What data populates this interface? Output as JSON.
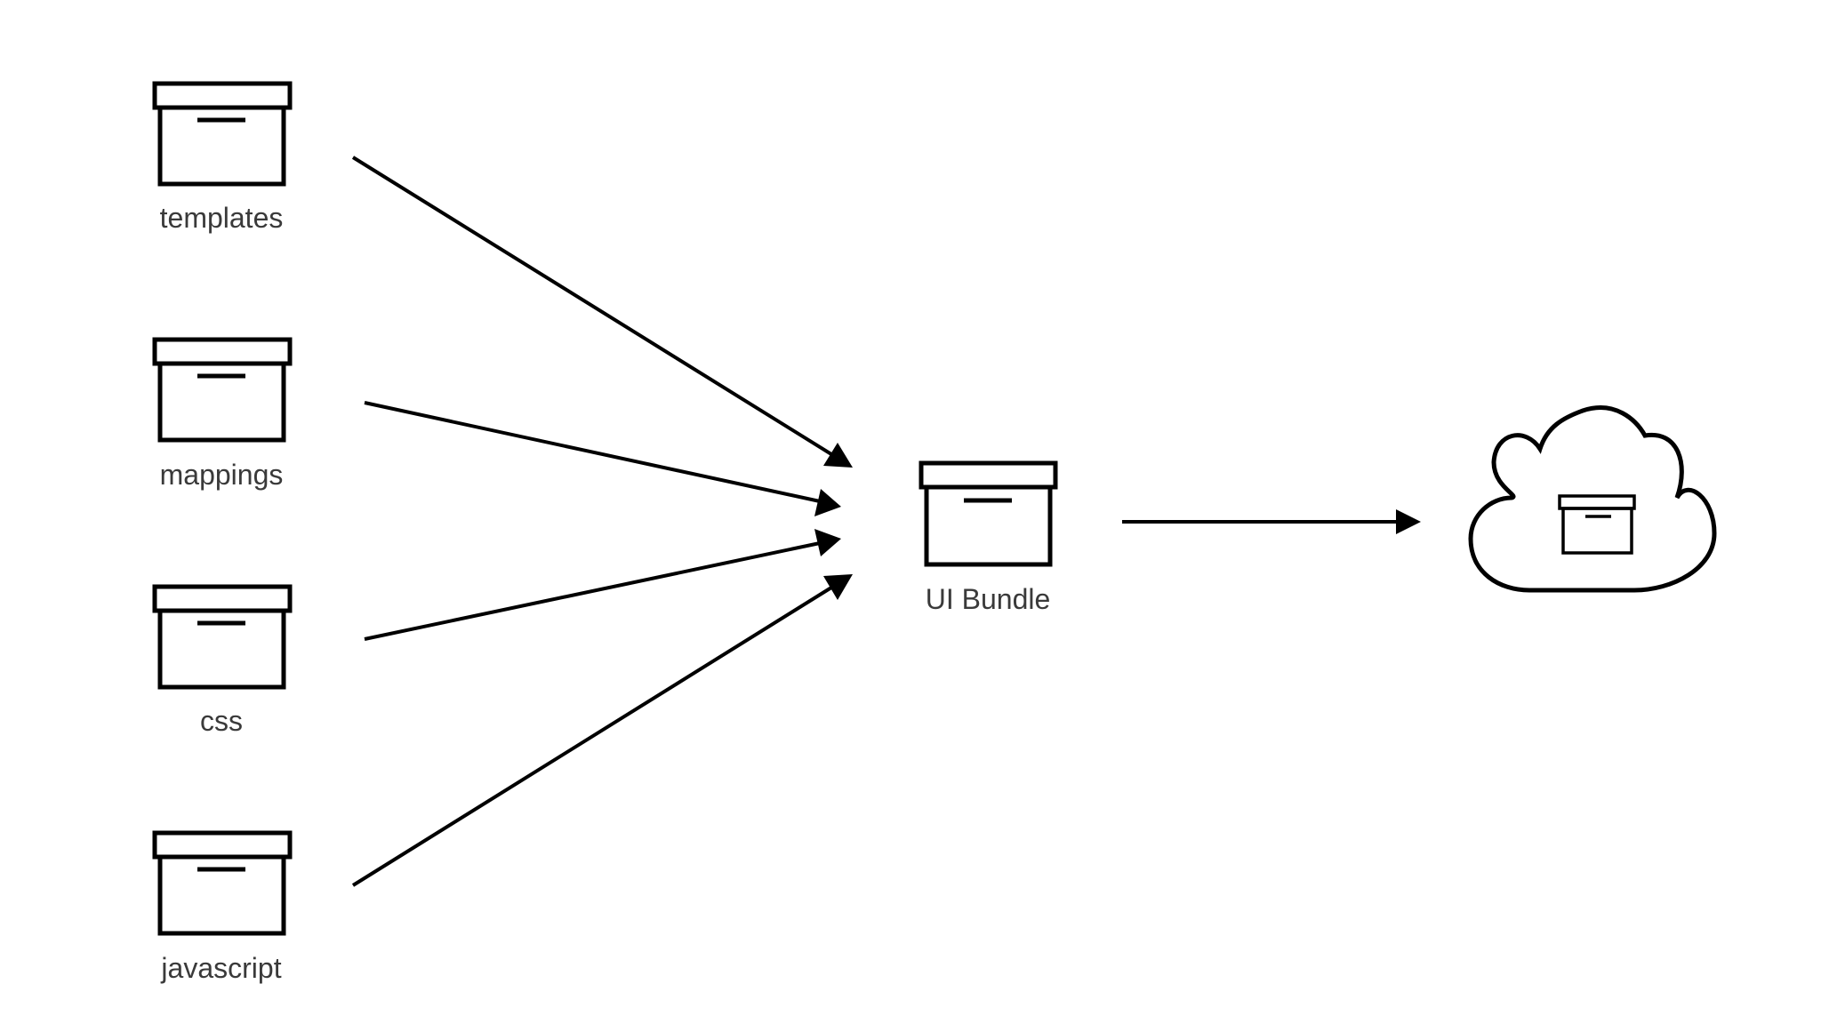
{
  "nodes": {
    "templates": {
      "label": "templates"
    },
    "mappings": {
      "label": "mappings"
    },
    "css": {
      "label": "css"
    },
    "javascript": {
      "label": "javascript"
    },
    "bundle": {
      "label": "UI Bundle"
    },
    "cloud": {
      "label": ""
    }
  },
  "edges": [
    {
      "from": "templates",
      "to": "bundle"
    },
    {
      "from": "mappings",
      "to": "bundle"
    },
    {
      "from": "css",
      "to": "bundle"
    },
    {
      "from": "javascript",
      "to": "bundle"
    },
    {
      "from": "bundle",
      "to": "cloud"
    }
  ],
  "icons": {
    "source_box": "archive-box-icon",
    "bundle_box": "archive-box-icon",
    "cloud": "cloud-icon"
  },
  "colors": {
    "stroke": "#000000",
    "label": "#3a3a3a",
    "background": "#ffffff"
  }
}
